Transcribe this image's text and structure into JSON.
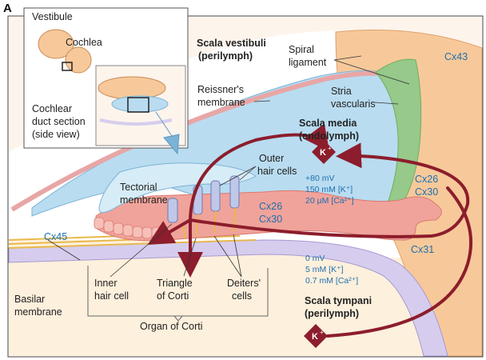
{
  "panel": {
    "letter": "A"
  },
  "inset": {
    "vestibule": "Vestibule",
    "cochlea": "Cochlea",
    "duct_line1": "Cochlear",
    "duct_line2": "duct section",
    "duct_line3": "(side view)"
  },
  "labels": {
    "scala_vestibuli_1": "Scala vestibuli",
    "scala_vestibuli_2": "(perilymph)",
    "spiral_1": "Spiral",
    "spiral_2": "ligament",
    "reissner_1": "Reissner's",
    "reissner_2": "membrane",
    "stria_1": "Stria",
    "stria_2": "vascularis",
    "scala_media_1": "Scala media",
    "scala_media_2": "(endolymph)",
    "outer_hair_1": "Outer",
    "outer_hair_2": "hair cells",
    "tectorial_1": "Tectorial",
    "tectorial_2": "membrane",
    "inner_hair_1": "Inner",
    "inner_hair_2": "hair cell",
    "triangle_1": "Triangle",
    "triangle_2": "of Corti",
    "deiters_1": "Deiters'",
    "deiters_2": "cells",
    "basilar_1": "Basilar",
    "basilar_2": "membrane",
    "organ": "Organ of Corti",
    "scala_tympani_1": "Scala tympani",
    "scala_tympani_2": "(perilymph)",
    "k_ion": "K",
    "k_charge": "+"
  },
  "connexins": {
    "cx43": "Cx43",
    "cx45": "Cx45",
    "cx26_mid_a": "Cx26",
    "cx26_mid_b": "Cx30",
    "cx26_right_a": "Cx26",
    "cx26_right_b": "Cx30",
    "cx31": "Cx31"
  },
  "endolymph_values": {
    "potential": "+80 mV",
    "potassium": "150 mM [K⁺]",
    "calcium": "20 µM [Ca²⁺]"
  },
  "perilymph_values": {
    "potential": "0 mV",
    "potassium": "5 mM [K⁺]",
    "calcium": "0.7 mM [Ca²⁺]"
  },
  "colors": {
    "endolymph": "#b9dcf0",
    "perilymph": "#fdf0dc",
    "spiral_ligament": "#f7c99a",
    "stria": "#96c98a",
    "cells": "#f0a39b",
    "arrow": "#8c1d2c",
    "basilar": "#c9bde6",
    "connexin_text": "#1f6fb0"
  }
}
